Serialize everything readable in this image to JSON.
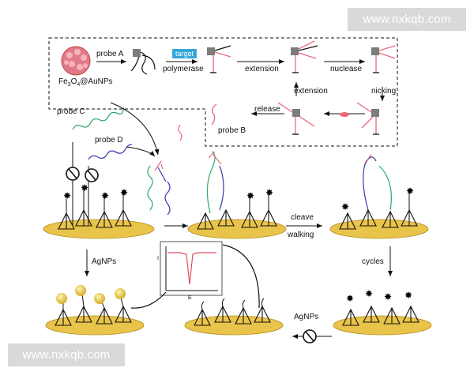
{
  "watermark": "www.nxkqb.com",
  "colors": {
    "gold": "#e9c44a",
    "pink": "#e86a7a",
    "target_badge": "#35a7d9",
    "probe_c": "#2aa86a",
    "probe_d": "#3a3ab0"
  },
  "labels": {
    "fe3o4_main": "Fe",
    "fe3o4_sub1": "3",
    "fe3o4_mid": "O",
    "fe3o4_sub2": "4",
    "fe3o4_tail": "@AuNPs",
    "probe_a": "probe A",
    "target": "target",
    "polymerase": "polymerase",
    "extension_top": "extension",
    "nuclease": "nuclease",
    "nicking": "nicking",
    "extension_mid": "extension",
    "release": "release",
    "probe_b": "probe B",
    "probe_c": "probe C",
    "probe_d": "probe D",
    "cleave": "cleave",
    "walking": "walking",
    "agnps_left": "AgNPs",
    "cycles": "cycles",
    "agnps_bottom": "AgNPs",
    "axis_i": "I",
    "axis_e": "E"
  }
}
